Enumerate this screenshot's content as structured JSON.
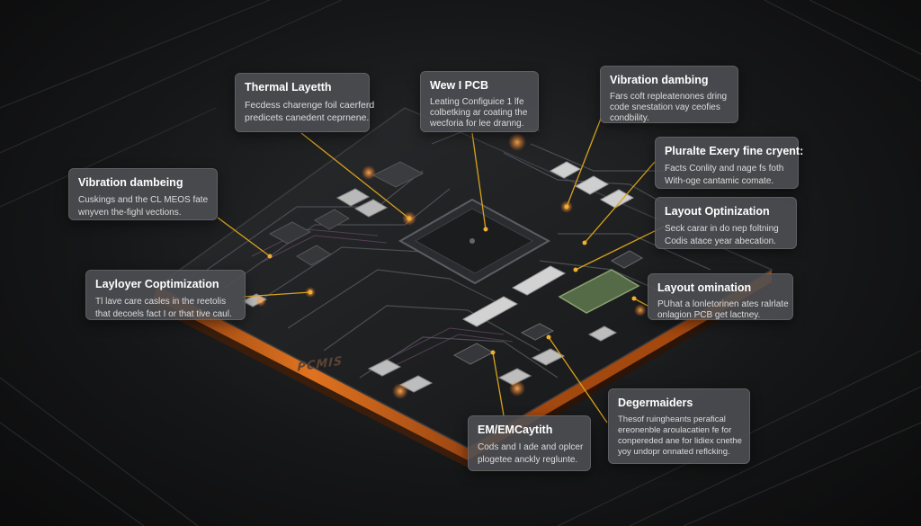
{
  "board_label": "PCMIS",
  "colors": {
    "accent_orange": "#e0731f",
    "leader_yellow": "#d8a21c",
    "board_dark": "#1c1d1f",
    "callout_bg": "#4e5054"
  },
  "callouts": [
    {
      "id": "thermal",
      "title": "Thermal Layetth",
      "lines": [
        "Fecdess charenge foil caerferd",
        "predicets canedent ceprnene."
      ]
    },
    {
      "id": "new-pcb",
      "title": "Wew I PCB",
      "lines": [
        "Leating Configuice 1 lfe",
        "colbetking ar coating the",
        "wecforia for lee dranng."
      ]
    },
    {
      "id": "vibration-top",
      "title": "Vibration dambing",
      "lines": [
        "Fars coft repleatenones dring",
        "code snestation vay ceofies",
        "condbility."
      ]
    },
    {
      "id": "vibration-left",
      "title": "Vibration dambeing",
      "lines": [
        "Cuskings and the CL MEOS fate",
        "wnyven the-fighl vections."
      ]
    },
    {
      "id": "plurality",
      "title": "Pluralte Exery fine cryent:",
      "lines": [
        "Facts Conlity and nage fs foth",
        "With-oge cantamic comate."
      ]
    },
    {
      "id": "layout-opt-right",
      "title": "Layout Optinization",
      "lines": [
        "Seck carar in do nep foltning",
        "Codis atace year abecation."
      ]
    },
    {
      "id": "layloyer",
      "title": "Layloyer Coptimization",
      "lines": [
        "Tl lave care casles in the reetolis",
        "that decoels fact I or that tive caul."
      ]
    },
    {
      "id": "layout-omin",
      "title": "Layout omination",
      "lines": [
        "PUhat a lonletorinen ates ralrlate",
        "onlagion PCB get lactney."
      ]
    },
    {
      "id": "degermaiders",
      "title": "Degermaiders",
      "lines": [
        "Thesof ruingheants perafical",
        "ereonenble aroulacatien fe for",
        "conpereded ane for lidiex cnethe",
        "yoy undopr onnated reflcking."
      ]
    },
    {
      "id": "em",
      "title": "EM/EMCaytith",
      "lines": [
        "Cods and I ade and oplcer",
        "plogetee anckly reglunte."
      ]
    }
  ]
}
